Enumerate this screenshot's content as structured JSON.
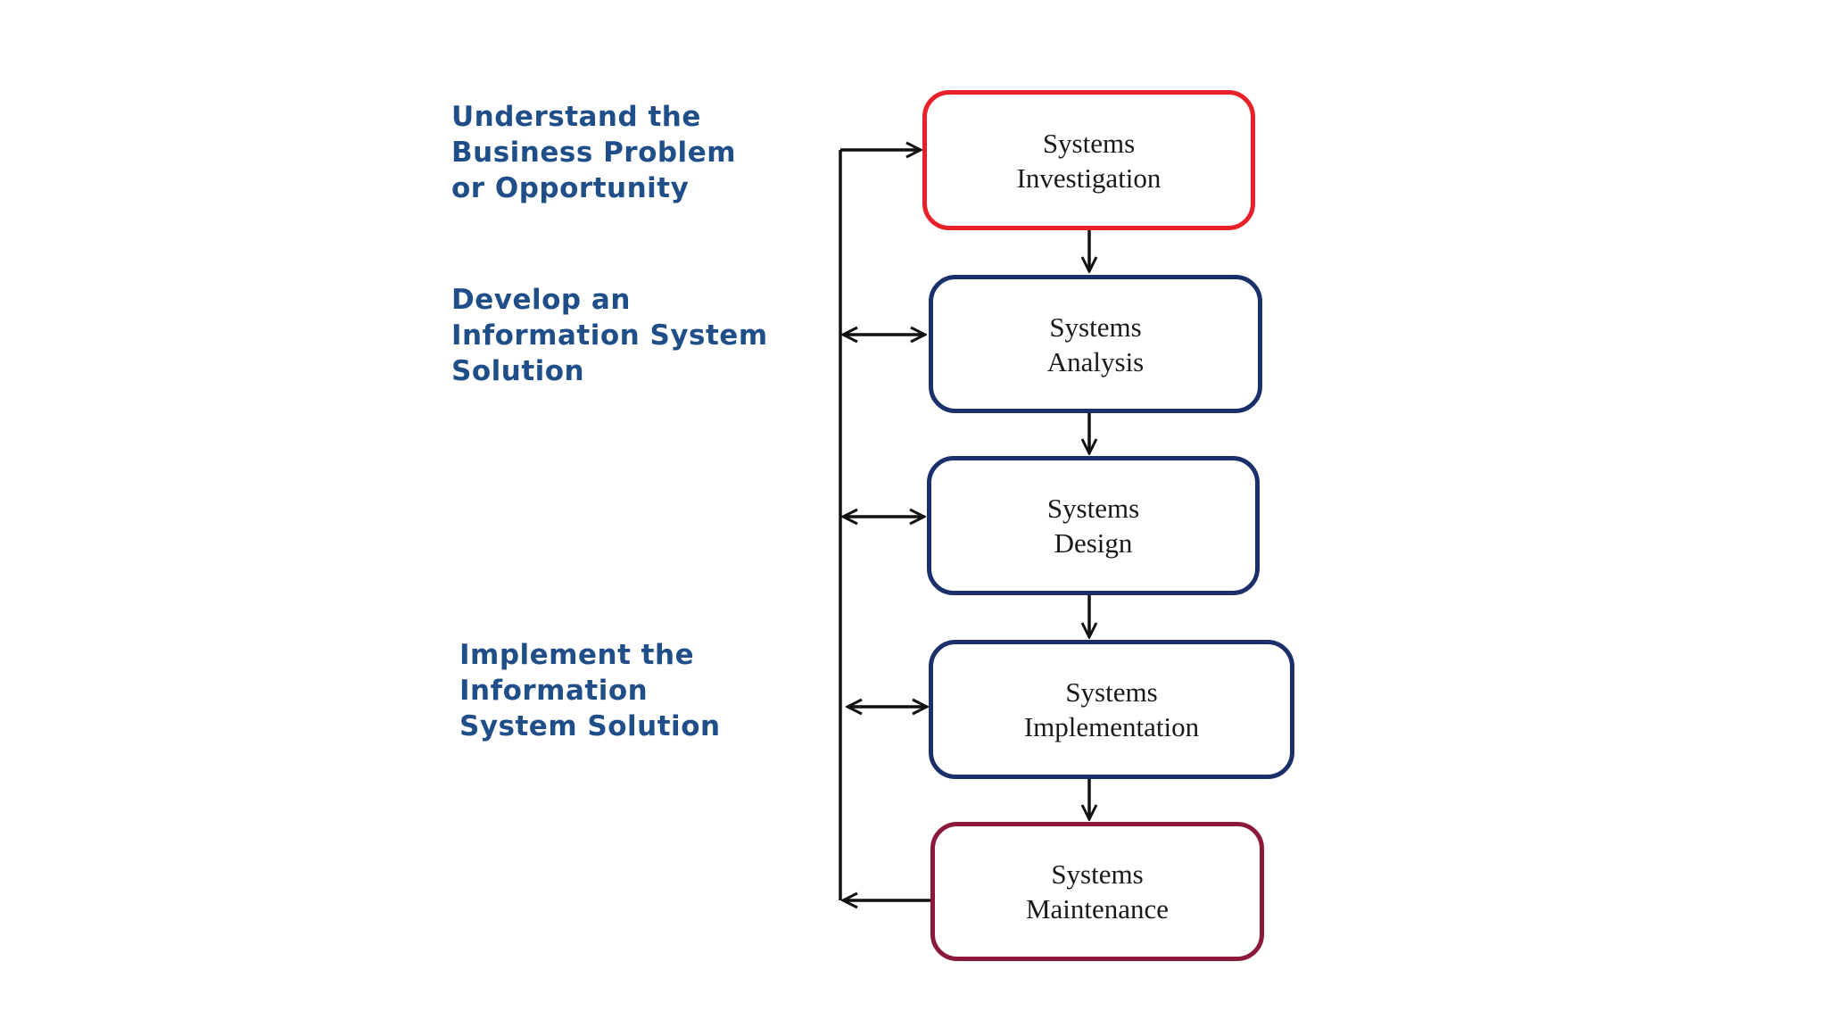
{
  "colors": {
    "label_text": "#1f4e89",
    "box_red": "#e8202a",
    "box_navy": "#1b2f6b",
    "box_maroon": "#8b1a3a",
    "connector": "#111111"
  },
  "phases": [
    {
      "text": "Understand the\nBusiness Problem\nor Opportunity"
    },
    {
      "text": "Develop an\nInformation System\nSolution"
    },
    {
      "text": "Implement the\nInformation\nSystem Solution"
    }
  ],
  "stages": [
    {
      "line1": "Systems",
      "line2": "Investigation",
      "border": "red"
    },
    {
      "line1": "Systems",
      "line2": "Analysis",
      "border": "navy"
    },
    {
      "line1": "Systems",
      "line2": "Design",
      "border": "navy"
    },
    {
      "line1": "Systems",
      "line2": "Implementation",
      "border": "navy"
    },
    {
      "line1": "Systems",
      "line2": "Maintenance",
      "border": "maroon"
    }
  ]
}
